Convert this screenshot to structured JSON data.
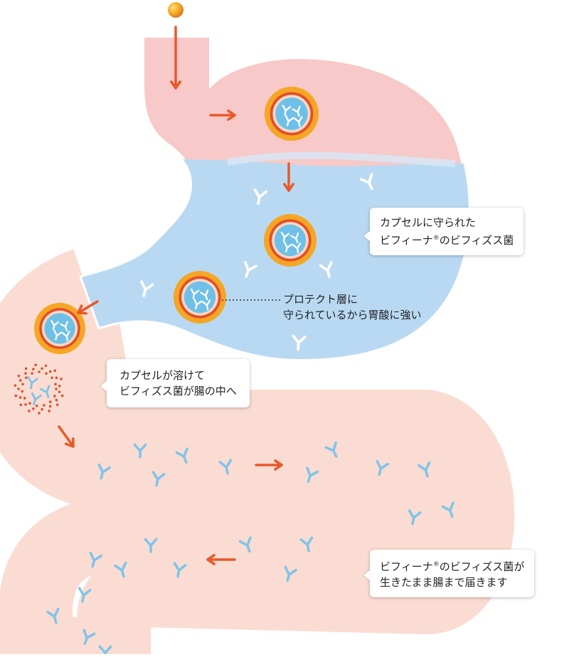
{
  "callouts": {
    "stomach_capsule": {
      "line1": "カプセルに守られた",
      "line2_before": "ビフィーナ",
      "line2_mark": "®",
      "line2_after": "のビフィズス菌"
    },
    "protect_layer": {
      "line1": "プロテクト層に",
      "line2": "守られているから胃酸に強い"
    },
    "capsule_dissolve": {
      "line1": "カプセルが溶けて",
      "line2": "ビフィズス菌が腸の中へ"
    },
    "intestine_reach": {
      "line1_before": "ビフィーナ",
      "line1_mark": "®",
      "line1_after": "のビフィズス菌が",
      "line2": "生きたまま腸まで届きます"
    }
  },
  "colors": {
    "tract_pink": "#f7c9c8",
    "intestine_pink": "#fbdcd2",
    "acid_blue": "#b9d9f3",
    "arrow_orange": "#e8582a",
    "capsule_orange": "#f5a623",
    "capsule_rim": "#e24e2a",
    "capsule_core": "#6fc0e8",
    "bacteria_blue": "#7fc4ea"
  }
}
